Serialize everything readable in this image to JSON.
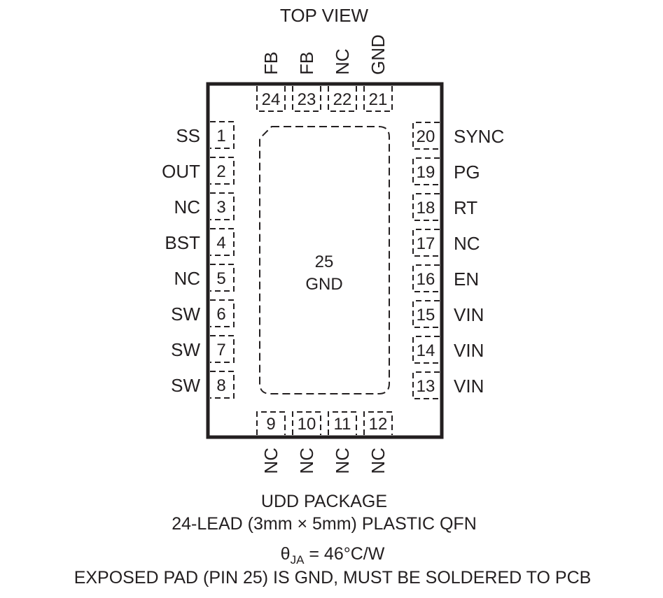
{
  "view_title": "TOP VIEW",
  "left_pins": [
    {
      "num": "1",
      "label": "SS"
    },
    {
      "num": "2",
      "label": "OUT"
    },
    {
      "num": "3",
      "label": "NC"
    },
    {
      "num": "4",
      "label": "BST"
    },
    {
      "num": "5",
      "label": "NC"
    },
    {
      "num": "6",
      "label": "SW"
    },
    {
      "num": "7",
      "label": "SW"
    },
    {
      "num": "8",
      "label": "SW"
    }
  ],
  "right_pins": [
    {
      "num": "20",
      "label": "SYNC"
    },
    {
      "num": "19",
      "label": "PG"
    },
    {
      "num": "18",
      "label": "RT"
    },
    {
      "num": "17",
      "label": "NC"
    },
    {
      "num": "16",
      "label": "EN"
    },
    {
      "num": "15",
      "label": "VIN"
    },
    {
      "num": "14",
      "label": "VIN"
    },
    {
      "num": "13",
      "label": "VIN"
    }
  ],
  "top_pins": [
    {
      "num": "24",
      "label": "FB"
    },
    {
      "num": "23",
      "label": "FB"
    },
    {
      "num": "22",
      "label": "NC"
    },
    {
      "num": "21",
      "label": "GND"
    }
  ],
  "bottom_pins": [
    {
      "num": "9",
      "label": "NC"
    },
    {
      "num": "10",
      "label": "NC"
    },
    {
      "num": "11",
      "label": "NC"
    },
    {
      "num": "12",
      "label": "NC"
    }
  ],
  "exposed_pad": {
    "num": "25",
    "label": "GND"
  },
  "caption": {
    "package": "UDD PACKAGE",
    "lead": "24-LEAD (3mm × 5mm) PLASTIC QFN",
    "theta_symbol": "θ",
    "theta_sub": "JA",
    "theta_value": " = 46°C/W",
    "note": "EXPOSED PAD (PIN 25) IS GND, MUST BE SOLDERED TO PCB"
  }
}
